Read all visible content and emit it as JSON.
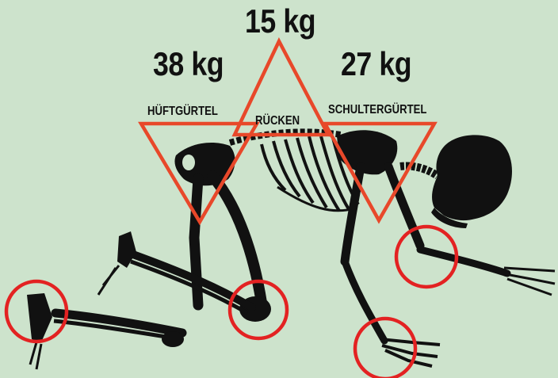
{
  "weights": {
    "back": "15 kg",
    "hip": "38 kg",
    "shoulder": "27 kg"
  },
  "regions": {
    "hip": "HÜFTGÜRTEL",
    "back": "RÜCKEN",
    "shoulder": "SCHULTERGÜRTEL"
  },
  "colors": {
    "background": "#cde3cc",
    "triangle": "#e8482a",
    "circle": "#e32222",
    "bone": "#111111"
  }
}
